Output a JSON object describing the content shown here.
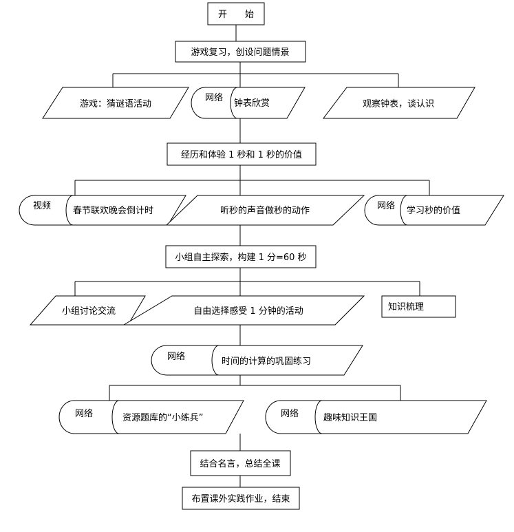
{
  "flowchart": {
    "start": "开　　始",
    "step1": "游戏复习，创设问题情景",
    "row1": {
      "left": "游戏：猜谜语活动",
      "middle_tag": "网络",
      "middle": "钟表欣赏",
      "right": "观察钟表，谈认识"
    },
    "step2": "经历和体验 1 秒和 1 秒的价值",
    "row2": {
      "left_tag": "视频",
      "left": "春节联欢晚会倒计时",
      "middle": "听秒的声音做秒的动作",
      "right_tag": "网络",
      "right": "学习秒的价值"
    },
    "step3": "小组自主探索，构建 1 分=60 秒",
    "row3": {
      "left": "小组讨论交流",
      "middle": "自由选择感受 1 分钟的活动",
      "right": "知识梳理"
    },
    "row3b": {
      "tag": "网络",
      "text": "时间的计算的巩固练习"
    },
    "row4": {
      "left_tag": "网络",
      "left": "资源题库的“小练兵”",
      "right_tag": "网络",
      "right": "趣味知识王国"
    },
    "step4": "结合名言，总结全课",
    "end": "布置课外实践作业，结束"
  }
}
